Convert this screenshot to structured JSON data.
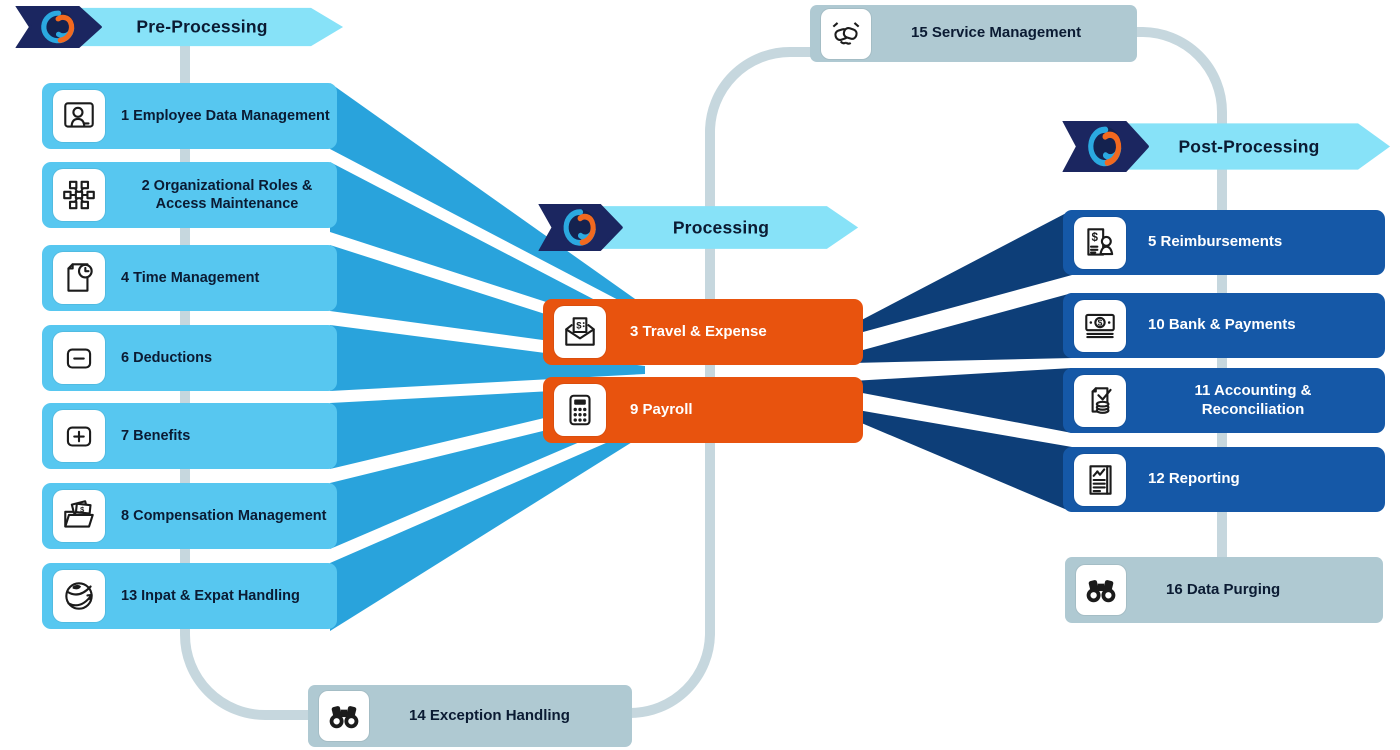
{
  "colors": {
    "light_blue": "#57C7F0",
    "fan_blue": "#29A3DC",
    "banner_cyan": "#87E2F8",
    "chevron_navy": "#1B2660",
    "orange": "#E8530E",
    "blue": "#1558A7",
    "fan_navy": "#0D3E78",
    "gray": "#AFC9D2",
    "connector": "#C6D7DE",
    "text_dark": "#0B1B33",
    "logo_blue": "#2BA9E0",
    "logo_orange": "#F2691F"
  },
  "sections": {
    "pre": {
      "title": "Pre-Processing",
      "items": [
        {
          "label": "1 Employee Data Management",
          "icon": "id-card-icon"
        },
        {
          "label": "2 Organizational Roles & Access Maintenance",
          "icon": "org-network-icon"
        },
        {
          "label": "4 Time Management",
          "icon": "document-clock-icon"
        },
        {
          "label": "6 Deductions",
          "icon": "minus-square-icon"
        },
        {
          "label": "7 Benefits",
          "icon": "plus-square-icon"
        },
        {
          "label": "8 Compensation Management",
          "icon": "money-folder-icon"
        },
        {
          "label": "13 Inpat & Expat Handling",
          "icon": "globe-icon"
        }
      ]
    },
    "processing": {
      "title": "Processing",
      "items": [
        {
          "label": "3 Travel & Expense",
          "icon": "expense-envelope-icon"
        },
        {
          "label": "9 Payroll",
          "icon": "calculator-icon"
        }
      ]
    },
    "post": {
      "title": "Post-Processing",
      "items": [
        {
          "label": "5 Reimbursements",
          "icon": "invoice-person-icon"
        },
        {
          "label": "10 Bank & Payments",
          "icon": "banknote-icon"
        },
        {
          "label": "11 Accounting & Reconciliation",
          "icon": "document-check-coins-icon"
        },
        {
          "label": "12 Reporting",
          "icon": "report-chart-icon"
        }
      ]
    },
    "aux": {
      "service": {
        "label": "15 Service Management",
        "icon": "handshake-icon"
      },
      "exception": {
        "label": "14 Exception Handling",
        "icon": "binoculars-icon"
      },
      "purging": {
        "label": "16 Data Purging",
        "icon": "binoculars-icon"
      }
    }
  }
}
